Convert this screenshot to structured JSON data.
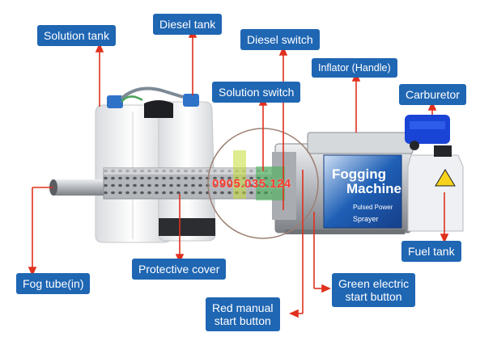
{
  "labels": {
    "solution_tank": "Solution tank",
    "diesel_tank": "Diesel tank",
    "diesel_switch": "Diesel switch",
    "inflator": "Inflator (Handle)",
    "solution_switch": "Solution switch",
    "carburetor": "Carburetor",
    "fuel_tank": "Fuel tank",
    "protective_cover": "Protective cover",
    "fog_tube": "Fog tube(in)",
    "green_button": "Green electric\nstart button",
    "red_button": "Red manual\nstart button"
  },
  "machine_panel": {
    "line1": "Fogging",
    "line2": "Machine",
    "line3": "Pulsed Power",
    "line4": "Sprayer"
  },
  "watermark": "0905.035.124",
  "colors": {
    "label_bg": "#1f66b3",
    "arrow": "#e0301e",
    "panel_blue": "#1e5fb5",
    "engine_blue": "#1a44d6",
    "steel": "#c9ccd0"
  }
}
